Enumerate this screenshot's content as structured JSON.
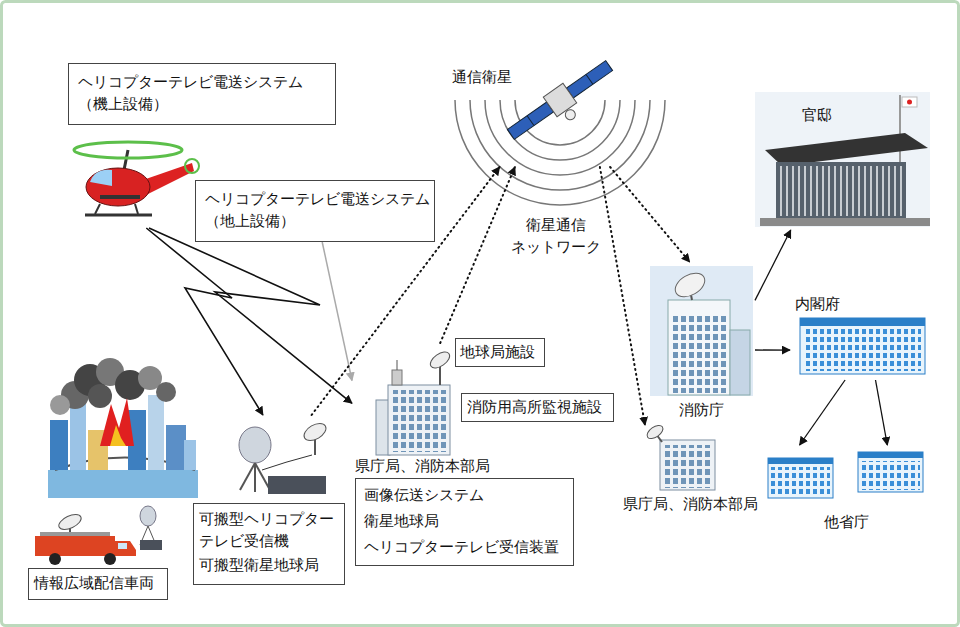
{
  "diagram": {
    "nodes": [
      {
        "text": [
          "ヘリコプターテレビ電送システム （機上設備）"
        ]
      },
      {
        "text": [
          "通信衛星"
        ]
      },
      {
        "text": [
          "官邸"
        ]
      },
      {
        "text": [
          "ヘリコプターテレビ電送システム （地上設備）"
        ]
      },
      {
        "text": [
          "内閣府"
        ]
      },
      {
        "text": [
          "消防庁"
        ]
      },
      {
        "text": [
          "地球局施設"
        ]
      },
      {
        "text": [
          "県庁局、消防本部局"
        ]
      },
      {
        "text": [
          "消防用高所監視施設"
        ]
      },
      {
        "text": [
          "県庁局、消防本部局"
        ]
      },
      {
        "text": [
          "他省庁"
        ]
      },
      {
        "text": [
          "可搬型ヘリコプター テレビ受信機",
          "可搬型衛星地球局"
        ]
      },
      {
        "text": [
          "画像伝送システム",
          "衛星地球局",
          "ヘリコプターテレビ受信装置"
        ]
      },
      {
        "text": [
          "情報広域配信車両"
        ]
      }
    ],
    "edges": [
      {
        "from": 0,
        "to": 11,
        "arrow": "to"
      },
      {
        "from": 0,
        "to": 7,
        "arrow": "to"
      },
      {
        "from": 3,
        "to": 7,
        "arrow": "to"
      },
      {
        "from": 11,
        "to": 1,
        "arrow": "to"
      },
      {
        "from": 7,
        "to": 1,
        "arrow": "to"
      },
      {
        "from": 1,
        "to": 5,
        "arrow": "to"
      },
      {
        "from": 1,
        "to": 9,
        "arrow": "to"
      },
      {
        "from": 5,
        "to": 2,
        "arrow": "to"
      },
      {
        "from": 5,
        "to": 4,
        "arrow": "to"
      },
      {
        "from": 4,
        "to": 10,
        "arrow": "to"
      },
      {
        "from": 4,
        "to": 10,
        "arrow": "to"
      }
    ],
    "labels": [
      "衛星通信 ネットワーク"
    ]
  }
}
